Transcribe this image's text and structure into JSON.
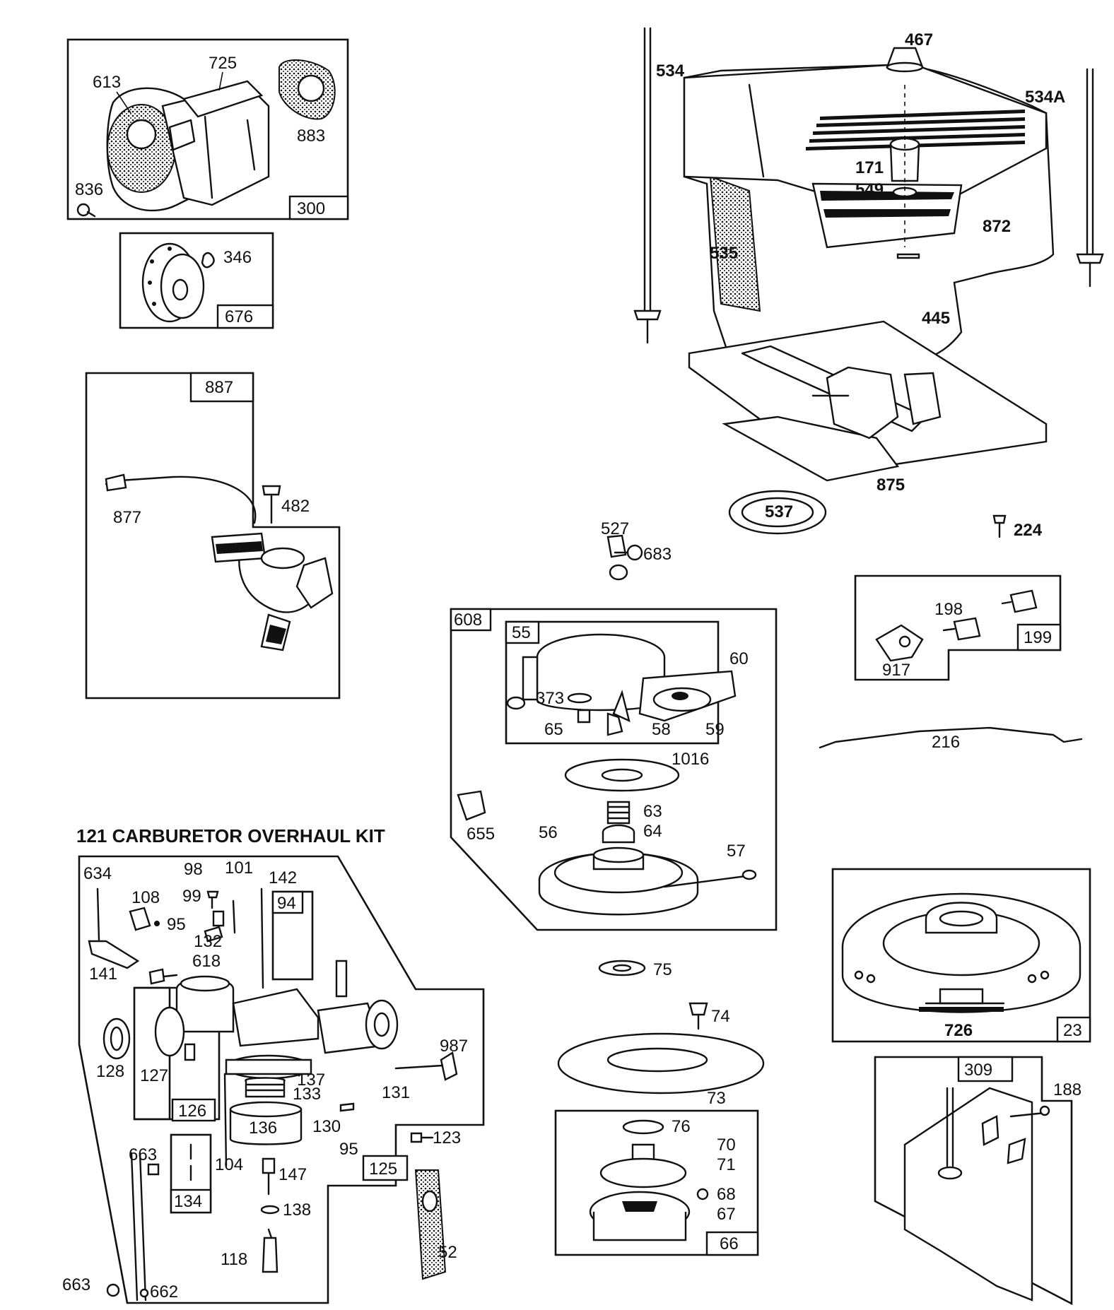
{
  "kit_title": "121 CARBURETOR OVERHAUL KIT",
  "box_labels": {
    "b300": "300",
    "b676": "676",
    "b887": "887",
    "b608": "608",
    "b55": "55",
    "b199": "199",
    "b23": "23",
    "b309": "309",
    "b94": "94",
    "b126": "126",
    "b125": "125",
    "b134": "134",
    "b66": "66"
  },
  "part_labels": {
    "p613": "613",
    "p725": "725",
    "p883": "883",
    "p836": "836",
    "p346": "346",
    "p877": "877",
    "p482": "482",
    "p534": "534",
    "p534a": "534A",
    "p467": "467",
    "p171": "171",
    "p549": "549",
    "p872": "872",
    "p535": "535",
    "p445": "445",
    "p875": "875",
    "p537": "537",
    "p527": "527",
    "p683": "683",
    "p224": "224",
    "p198": "198",
    "p917": "917",
    "p216": "216",
    "p60": "60",
    "p373": "373",
    "p65": "65",
    "p58": "58",
    "p59": "59",
    "p1016": "1016",
    "p63": "63",
    "p64": "64",
    "p655": "655",
    "p56": "56",
    "p57": "57",
    "p75": "75",
    "p74": "74",
    "p73": "73",
    "p76": "76",
    "p70": "70",
    "p71": "71",
    "p68": "68",
    "p67": "67",
    "p726": "726",
    "p188": "188",
    "p634": "634",
    "p98": "98",
    "p101": "101",
    "p142": "142",
    "p108": "108",
    "p99": "99",
    "p95a": "95",
    "p132": "132",
    "p141": "141",
    "p618": "618",
    "p128": "128",
    "p127": "127",
    "p137": "137",
    "p987": "987",
    "p131": "131",
    "p133": "133",
    "p130": "130",
    "p95b": "95",
    "p136": "136",
    "p123": "123",
    "p663a": "663",
    "p104": "104",
    "p147": "147",
    "p138": "138",
    "p52": "52",
    "p118": "118",
    "p663b": "663",
    "p662": "662"
  }
}
